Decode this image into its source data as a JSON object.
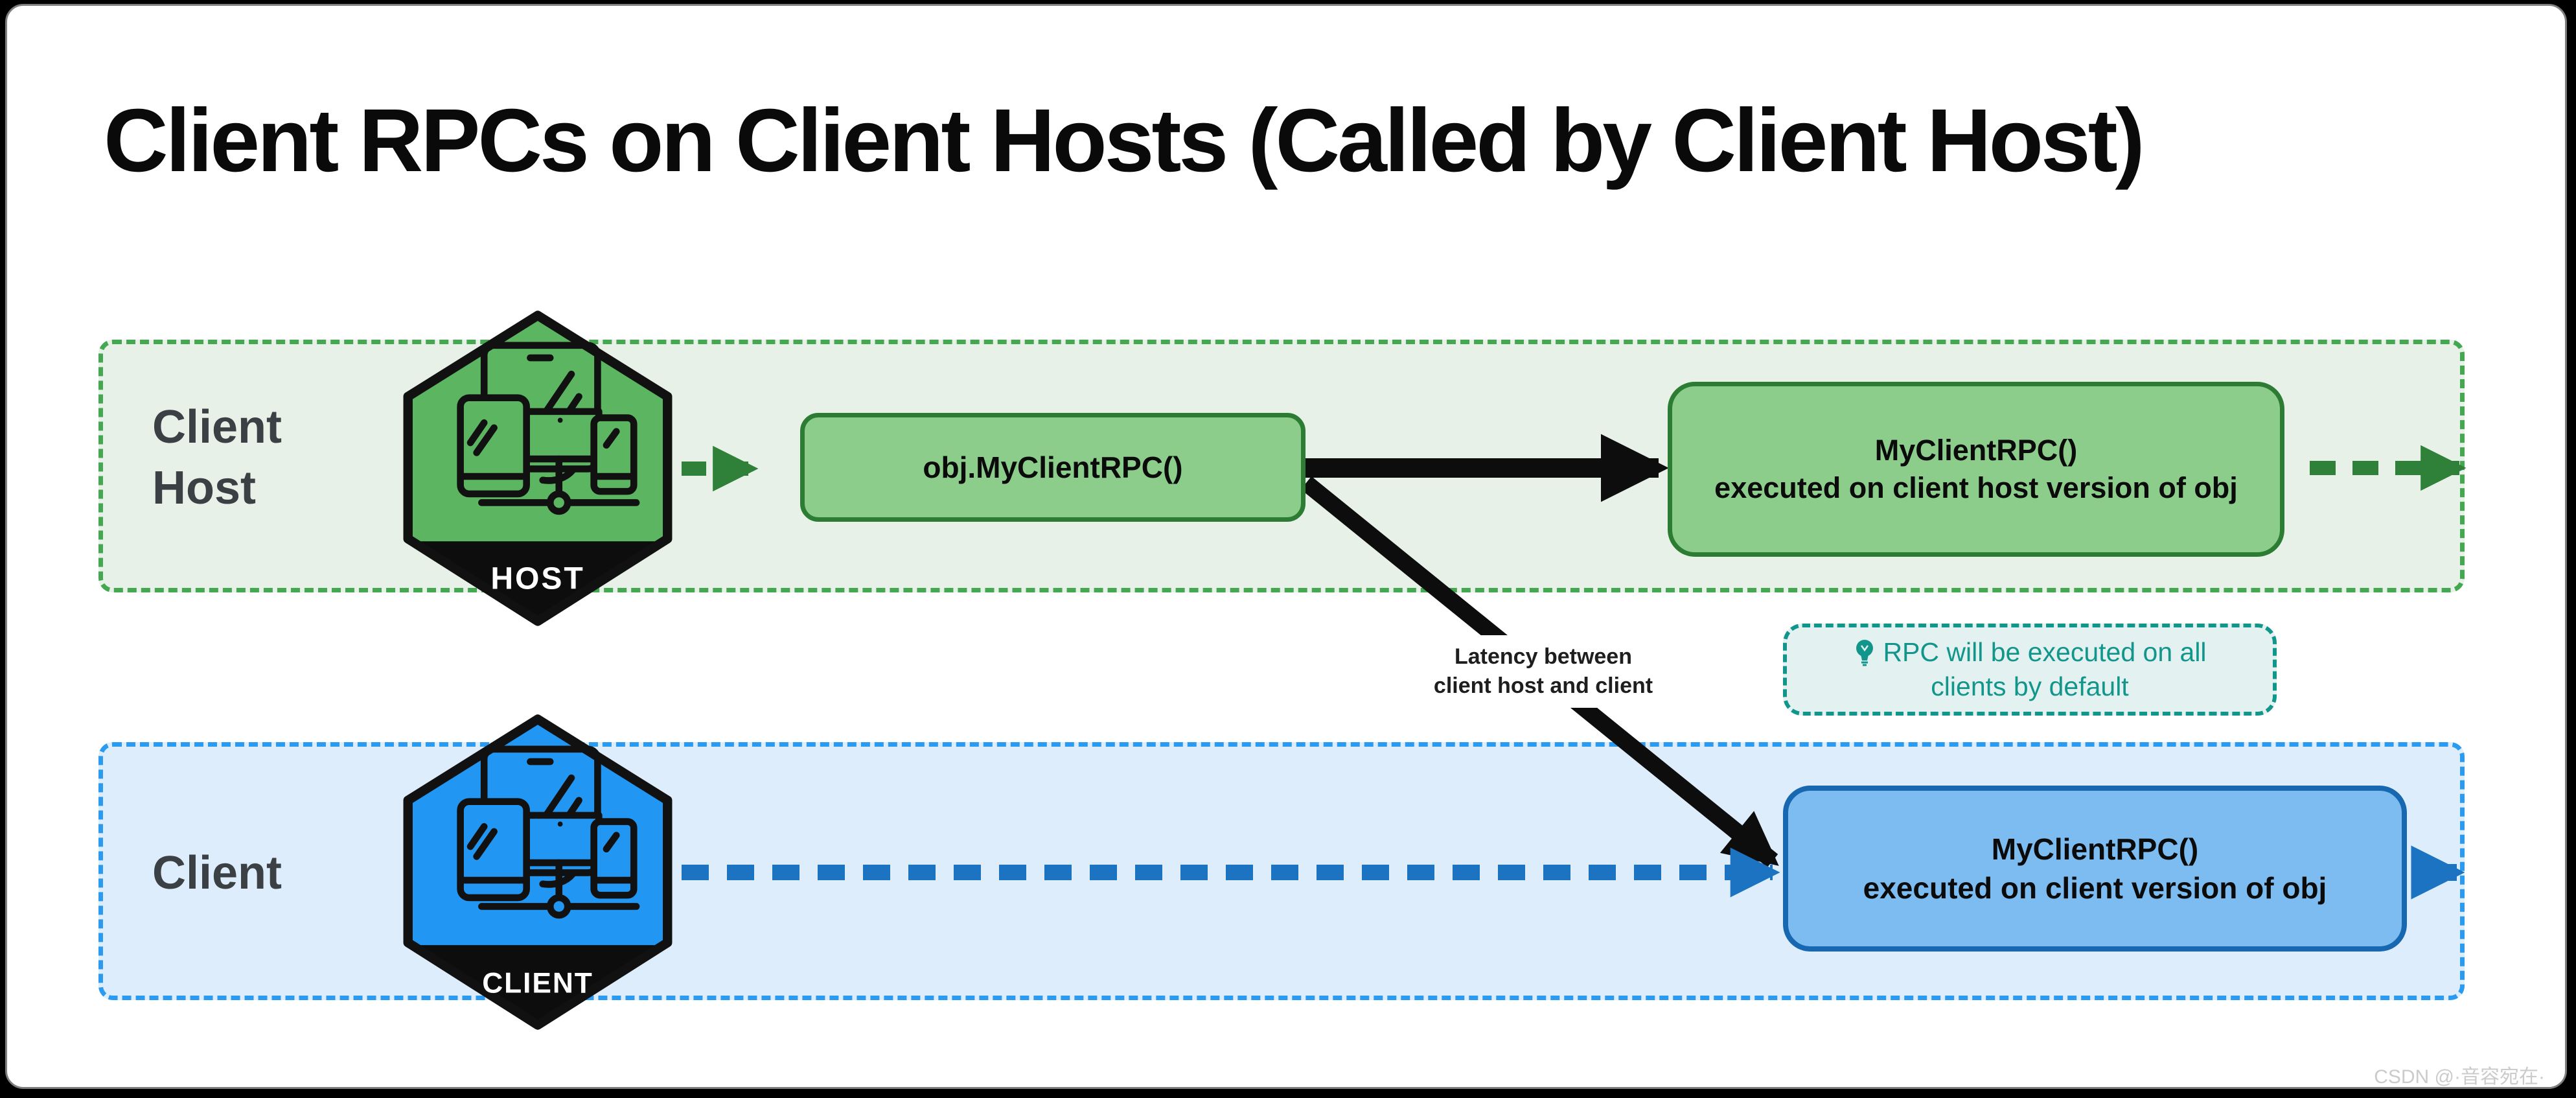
{
  "title": "Client RPCs on Client Hosts (Called by Client Host)",
  "lanes": {
    "host": {
      "label_lines": [
        "Client",
        "Host"
      ],
      "badge": "HOST"
    },
    "client": {
      "label_lines": [
        "Client"
      ],
      "badge": "CLIENT"
    }
  },
  "boxes": {
    "call": {
      "label": "obj.MyClientRPC()"
    },
    "host_exec": {
      "lines": [
        "MyClientRPC()",
        "executed on client host version of obj"
      ]
    },
    "client_exec": {
      "lines": [
        "MyClientRPC()",
        "executed on client version of obj"
      ]
    }
  },
  "annotations": {
    "latency": {
      "lines": [
        "Latency between",
        "client host and client"
      ]
    },
    "note": {
      "icon": "lightbulb",
      "lines": [
        "RPC will be executed on all",
        "clients by default"
      ]
    }
  },
  "watermark": "CSDN @·音容宛在·",
  "colors": {
    "panel_bg": "#ffffff",
    "title_text": "#0a0a0a",
    "lane_label_text": "#3b4045",
    "host_lane_bg": "#e7f1e7",
    "host_lane_border": "#43a84f",
    "host_hex_fill": "#5cb561",
    "host_box_bg": "#8ccd8b",
    "host_box_border": "#2c7c33",
    "host_arrow": "#2f8038",
    "client_lane_bg": "#ddedfb",
    "client_lane_border": "#2b9bf2",
    "client_hex_fill": "#2196f3",
    "client_box_bg": "#7cbcf0",
    "client_box_border": "#1767b1",
    "client_arrow": "#1c73c2",
    "black_arrow": "#0d0d0d",
    "note_bg": "#e3f1f0",
    "note_border": "#12968b",
    "note_text": "#12968b",
    "badge_band": "#0d0d0d",
    "badge_text": "#ffffff",
    "watermark_text": "#cbcbcb"
  }
}
